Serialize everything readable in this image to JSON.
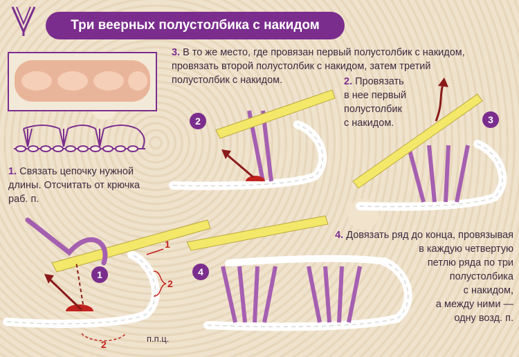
{
  "title": "Три веерных полустолбика с накидом",
  "step1": {
    "number": "1.",
    "lines": [
      "Связать цепочку нужной",
      "длины. Отсчитать от крючка",
      "раб. п."
    ]
  },
  "step2": {
    "number": "2.",
    "lines": [
      "Провязать",
      "в нее первый",
      "полустолбик",
      "с накидом."
    ]
  },
  "step3": {
    "number": "3.",
    "lines": [
      "В то же место, где провязан первый полустолбик с накидом,",
      "провязать второй полустолбик с накидом, затем третий",
      "полустолбик с накидом."
    ]
  },
  "step4": {
    "number": "4.",
    "lines": [
      "Довязать ряд до конца, провязывая",
      "в каждую четвертую",
      "петлю ряда по три",
      "полустолбика",
      "с накидом,",
      "а между ними —",
      "одну возд. п."
    ]
  },
  "badges": {
    "b1": "1",
    "b2": "2",
    "b3": "3",
    "b4": "4"
  },
  "labels": {
    "one": "1",
    "two_a": "2",
    "two_b": "2",
    "ppc": "п.п.ц."
  },
  "colors": {
    "accent": "#7b2d8e",
    "yarn": "#a55fb0",
    "hook": "#f4e86a",
    "chain": "#ffffff",
    "arrow": "#8a1a1a",
    "marker": "#c2221e"
  }
}
